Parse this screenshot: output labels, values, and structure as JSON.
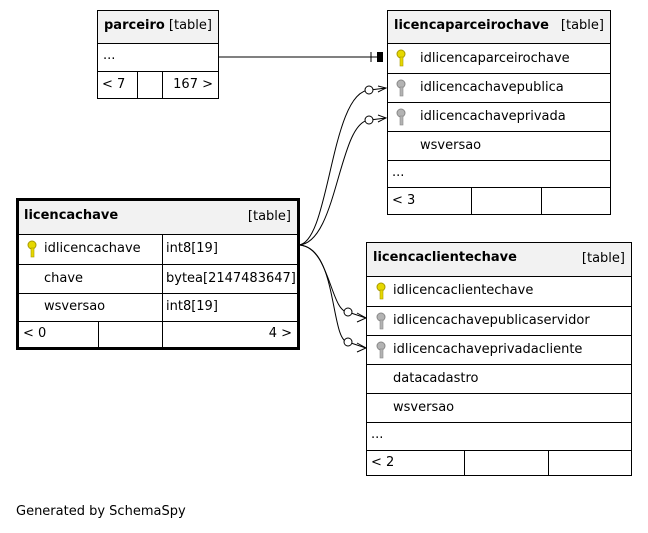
{
  "tables": {
    "parceiro": {
      "name": "parceiro",
      "type": "[table]",
      "ellipsis": "...",
      "footer": {
        "left": "< 7",
        "right": "167 >"
      }
    },
    "licencaparceirochave": {
      "name": "licencaparceirochave",
      "type": "[table]",
      "columns": [
        "idlicencaparceirochave",
        "idlicencachavepublica",
        "idlicencachaveprivada",
        "wsversao"
      ],
      "ellipsis": "...",
      "footer": {
        "left": "< 3"
      }
    },
    "licencachave": {
      "name": "licencachave",
      "type": "[table]",
      "columns": [
        {
          "name": "idlicencachave",
          "datatype": "int8[19]"
        },
        {
          "name": "chave",
          "datatype": "bytea[2147483647]"
        },
        {
          "name": "wsversao",
          "datatype": "int8[19]"
        }
      ],
      "footer": {
        "left": "< 0",
        "right": "4 >"
      }
    },
    "licencaclientechave": {
      "name": "licencaclientechave",
      "type": "[table]",
      "columns": [
        "idlicencaclientechave",
        "idlicencachavepublicaservidor",
        "idlicencachaveprivadacliente",
        "datacadastro",
        "wsversao"
      ],
      "ellipsis": "...",
      "footer": {
        "left": "< 2"
      }
    }
  },
  "footer_text": "Generated by SchemaSpy",
  "colors": {
    "primary_key": "#e6d800",
    "foreign_key": "#b3b3b3",
    "header_bg": "#f2f2f2"
  }
}
